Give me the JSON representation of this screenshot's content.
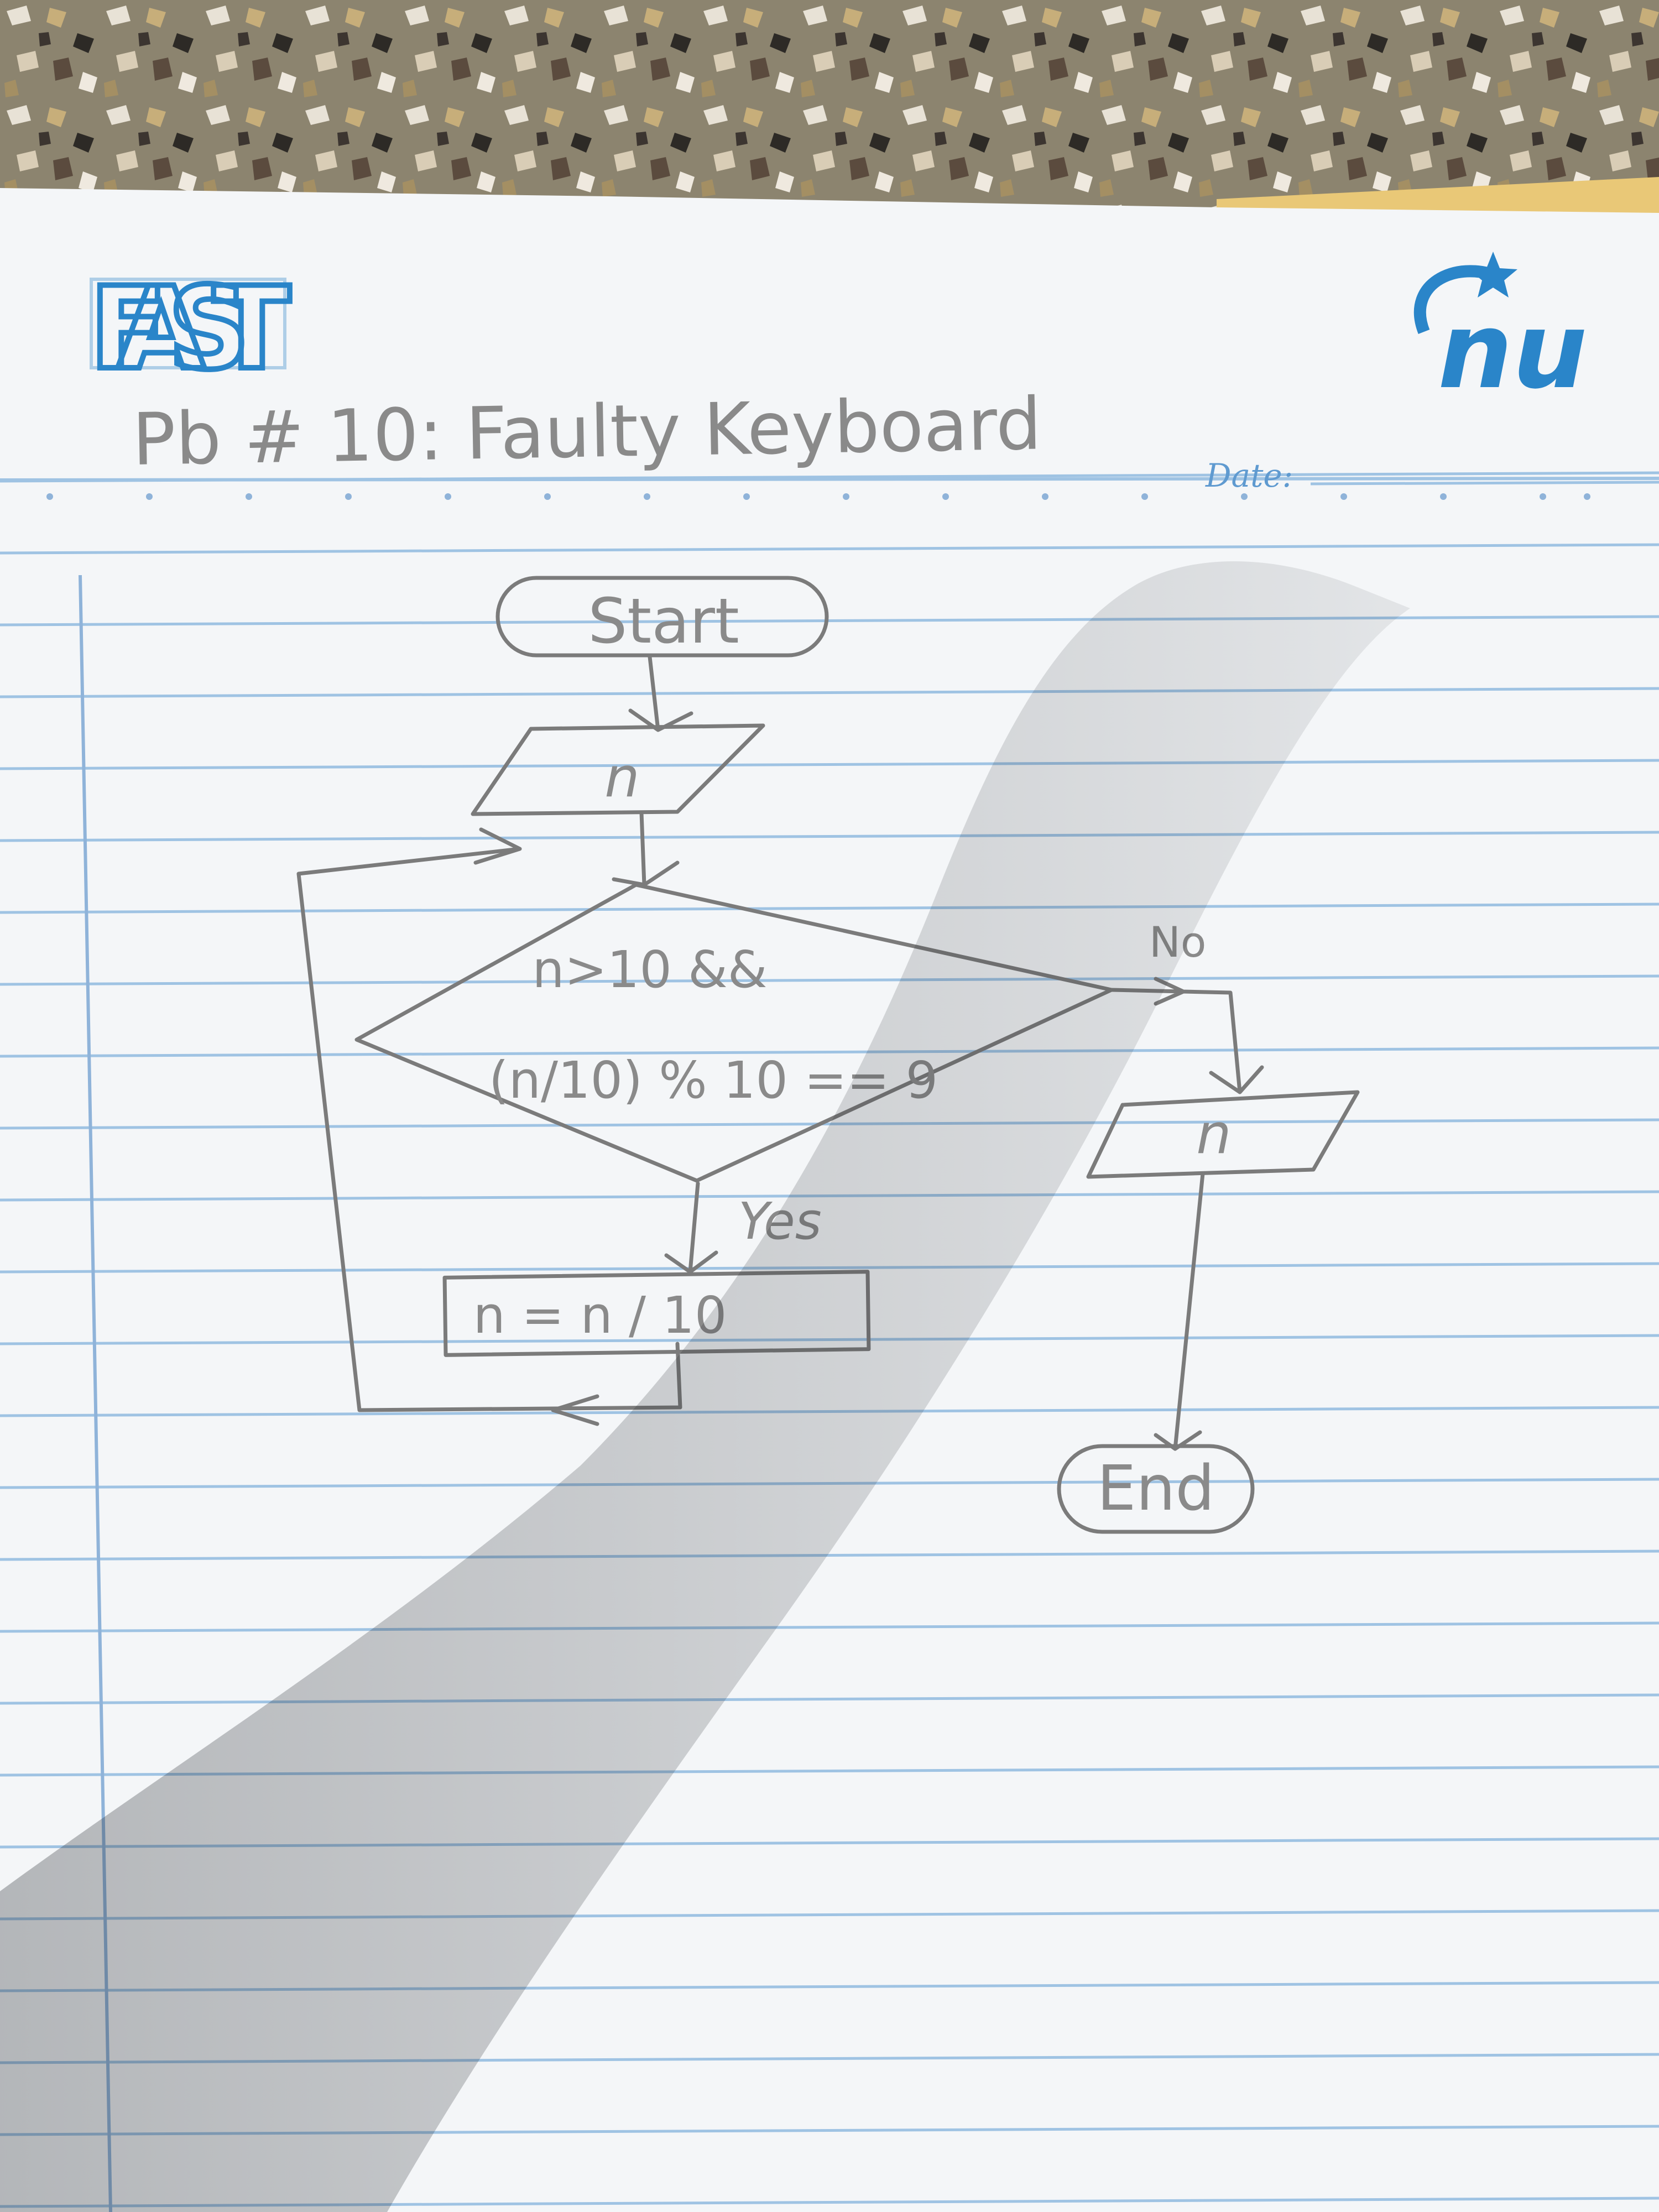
{
  "header": {
    "left_logo_text": "FAST",
    "right_logo_text": "nu",
    "title": "Pb # 10: Faulty Keyboard",
    "date_label": "Date:"
  },
  "flowchart": {
    "start": "Start",
    "input": "n",
    "decision_line1": "n>10 &&",
    "decision_line2": "(n/10) % 10 == 9",
    "yes_label": "Yes",
    "no_label": "No",
    "process": "n = n / 10",
    "output": "n",
    "end": "End"
  },
  "colors": {
    "paper": "#f4f6f8",
    "rule_line": "#9fc3e3",
    "margin_line": "#8fb3d9",
    "pencil": "#7b7b7b",
    "logo_blue": "#2a85c9",
    "table_top": "#8a8270",
    "binding_edge": "#e9c877"
  }
}
